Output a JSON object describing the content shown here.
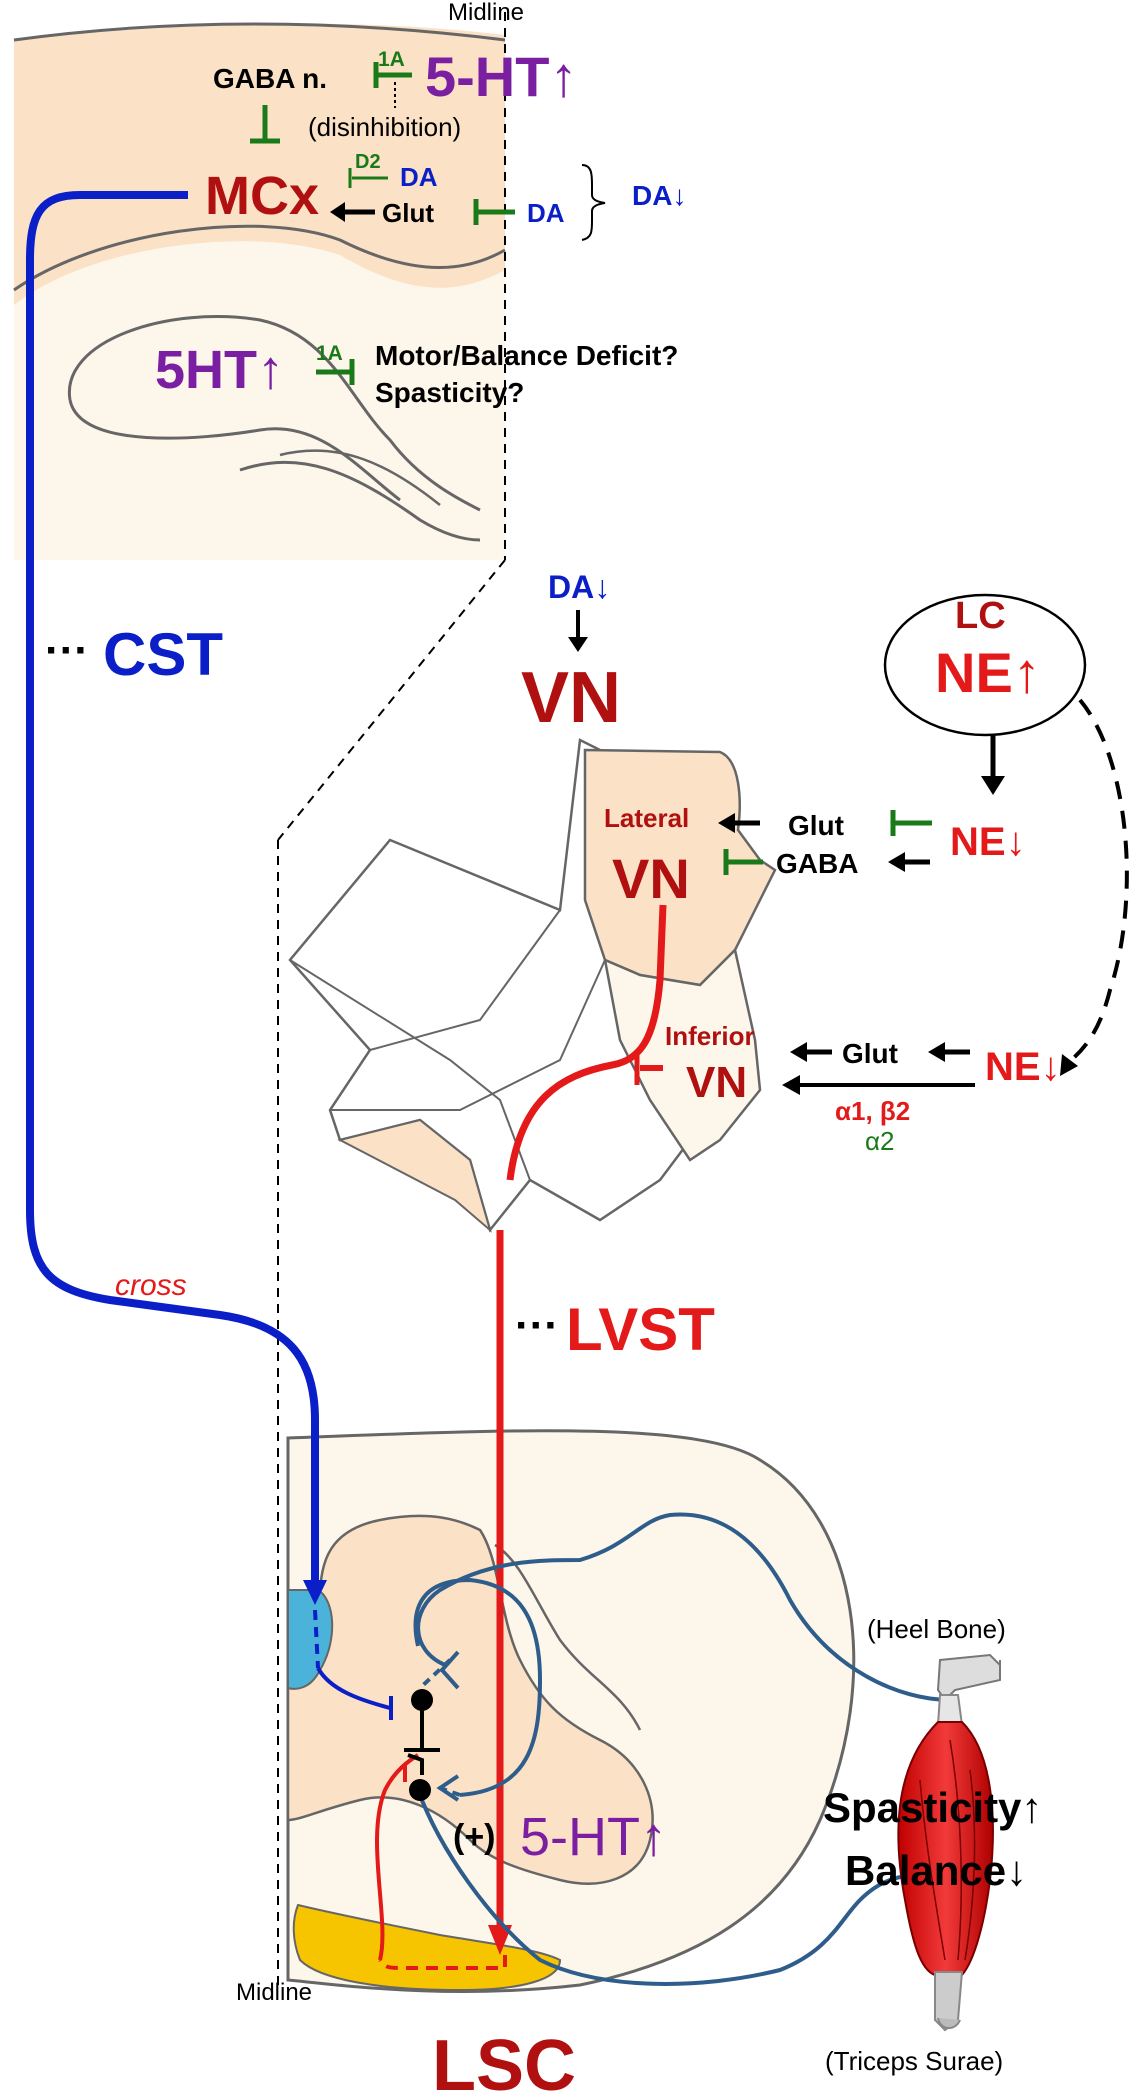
{
  "labels": {
    "midline_top": "Midline",
    "midline_bottom": "Midline",
    "gaba_neuron": "GABA n.",
    "receptor_1a_top": "1A",
    "ht5_top": "5-HT↑",
    "disinhibition": "(disinhibition)",
    "mcx": "MCx",
    "receptor_d2": "D2",
    "da_blue_1": "DA",
    "glut_mcx": "Glut",
    "da_blue_2": "DA",
    "da_down_right": "DA↓",
    "ht5_hippo": "5HT↑",
    "receptor_1a_hippo": "1A",
    "deficit_line1": "Motor/Balance Deficit?",
    "deficit_line2": "Spasticity?",
    "cst_dots": "···",
    "cst": "CST",
    "da_down_vn": "DA↓",
    "vn_big": "VN",
    "lc": "LC",
    "ne_up": "NE↑",
    "lateral": "Lateral",
    "lateral_vn": "VN",
    "glut_lateral": "Glut",
    "gaba_lateral": "GABA",
    "ne_down_1": "NE↓",
    "inferior": "Inferior",
    "inferior_vn": "VN",
    "glut_inferior": "Glut",
    "ne_down_2": "NE↓",
    "alpha1_beta2": "α1, β2",
    "alpha2": "α2",
    "cross": "cross",
    "lvst_dots": "···",
    "lvst": "LVST",
    "heel_bone": "(Heel Bone)",
    "spasticity_up": "Spasticity↑",
    "balance_down": "Balance↓",
    "plus_sign": "(+)",
    "ht5_bottom": "5-HT↑",
    "lsc": "LSC",
    "triceps_surae": "(Triceps Surae)"
  },
  "colors": {
    "dark_red": "#b01010",
    "red": "#e41a1a",
    "blue": "#0a1fc8",
    "purple": "#7b1fa2",
    "green": "#1a7a1a",
    "tissue": "#fbe1c6",
    "tissue_light": "#fdf6ea",
    "nerve": "#2e5d8c",
    "cst_area": "#4bb3d9",
    "gold": "#f7c400"
  }
}
